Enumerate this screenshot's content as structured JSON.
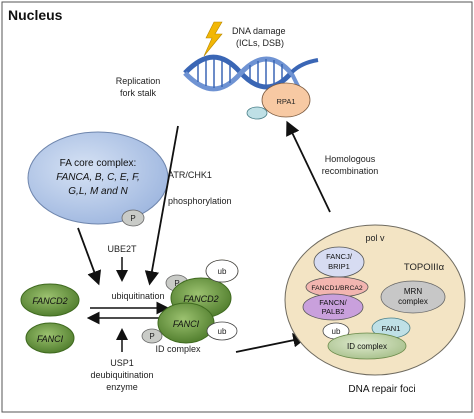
{
  "title": "Nucleus",
  "dna_damage": {
    "line1": "DNA damage",
    "line2": "(ICLs, DSB)"
  },
  "replication": {
    "line1": "Replication",
    "line2": "fork stalk"
  },
  "rpa1": "RPA1",
  "fa_core": {
    "line1": "FA core complex:",
    "line2": "FANCA, B, C, E, F,",
    "line3": "G,L, M and N",
    "p": "P"
  },
  "atr": {
    "line1": "ATR/CHK1",
    "line2": "phosphorylation"
  },
  "hr": {
    "line1": "Homologous",
    "line2": "recombination"
  },
  "ube2t": "UBE2T",
  "ubiquitination": "ubiquitination",
  "fancd2": "FANCD2",
  "fanci": "FANCI",
  "usp1": {
    "line1": "USP1",
    "line2": "deubiquitination",
    "line3": "enzyme"
  },
  "complex": {
    "p": "P",
    "ub": "ub",
    "fancd2": "FANCD2",
    "fanci": "FANCI",
    "id_label": "ID complex"
  },
  "foci": {
    "title": "DNA repair foci",
    "pol": "pol v",
    "topo": "TOPOIIIα",
    "fancj_1": "FANCJ/",
    "fancj_2": "BRIP1",
    "fancd1": "FANCD1/BRCA2",
    "fancn_1": "FANCN/",
    "fancn_2": "PALB2",
    "mrn_1": "MRN",
    "mrn_2": "complex",
    "ub": "ub",
    "fan1": "FAN1",
    "id": "ID complex"
  },
  "colors": {
    "fa_core_fill": "#b3c7e6",
    "green": "#5f8f3a",
    "green_light": "#b9cfa0",
    "foci_fill": "#f3e4c4",
    "rpa1_fill": "#f7c9a3",
    "dna_blue": "#3a66b5",
    "lightning": "#f2b705"
  }
}
